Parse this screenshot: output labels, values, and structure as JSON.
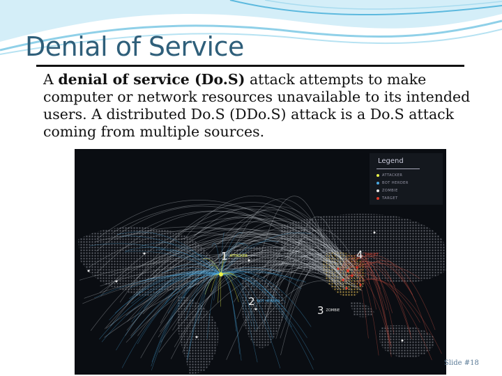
{
  "slide": {
    "title": "Denial of Service",
    "body": {
      "part1": "A ",
      "bold1": "denial of service (Do.S)",
      "part2": " attack attempts to make computer or network resources unavailable to its intended users. A distributed Do.S (DDo.S) attack is a Do.S attack coming from multiple sources."
    },
    "slide_number": "Slide #18"
  },
  "figure": {
    "legend_title": "Legend",
    "legend_items": [
      {
        "label": "ATTACKER",
        "color": "#e8f24a"
      },
      {
        "label": "BOT HERDER",
        "color": "#4aa8e0"
      },
      {
        "label": "ZOMBIE",
        "color": "#e6e6e6"
      },
      {
        "label": "TARGET",
        "color": "#e03a2a"
      }
    ],
    "labels": [
      {
        "num": "1",
        "text": "ATTACKER",
        "color": "#e8f24a"
      },
      {
        "num": "2",
        "text": "BOT HERDER",
        "color": "#4aa8e0"
      },
      {
        "num": "3",
        "text": "ZOMBIE",
        "color": "#e6e6e6"
      },
      {
        "num": "4",
        "text": "TARGET",
        "color": "#e03a2a"
      }
    ]
  },
  "colors": {
    "title": "#2f5f7a",
    "swoosh": "#8fd0e8"
  }
}
